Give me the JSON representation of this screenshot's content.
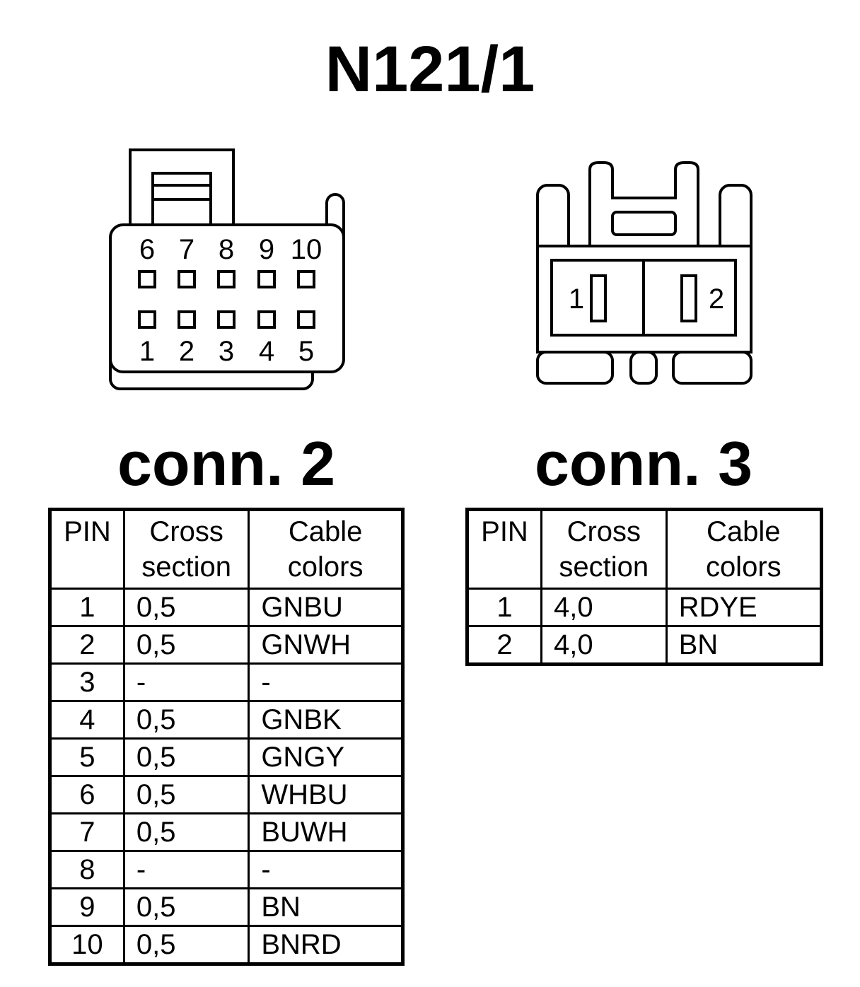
{
  "title": "N121/1",
  "connectors": [
    {
      "label": "conn. 2",
      "pins_top": [
        "6",
        "7",
        "8",
        "9",
        "10"
      ],
      "pins_bottom": [
        "1",
        "2",
        "3",
        "4",
        "5"
      ],
      "headers": {
        "pin": "PIN",
        "cross1": "Cross",
        "cross2": "section",
        "color1": "Cable",
        "color2": "colors"
      },
      "rows": [
        {
          "pin": "1",
          "cs": "0,5",
          "color": "GNBU"
        },
        {
          "pin": "2",
          "cs": "0,5",
          "color": "GNWH"
        },
        {
          "pin": "3",
          "cs": "-",
          "color": "-"
        },
        {
          "pin": "4",
          "cs": "0,5",
          "color": "GNBK"
        },
        {
          "pin": "5",
          "cs": "0,5",
          "color": "GNGY"
        },
        {
          "pin": "6",
          "cs": "0,5",
          "color": "WHBU"
        },
        {
          "pin": "7",
          "cs": "0,5",
          "color": "BUWH"
        },
        {
          "pin": "8",
          "cs": "-",
          "color": "-"
        },
        {
          "pin": "9",
          "cs": "0,5",
          "color": "BN"
        },
        {
          "pin": "10",
          "cs": "0,5",
          "color": "BNRD"
        }
      ]
    },
    {
      "label": "conn. 3",
      "pins": [
        "1",
        "2"
      ],
      "headers": {
        "pin": "PIN",
        "cross1": "Cross",
        "cross2": "section",
        "color1": "Cable",
        "color2": "colors"
      },
      "rows": [
        {
          "pin": "1",
          "cs": "4,0",
          "color": "RDYE"
        },
        {
          "pin": "2",
          "cs": "4,0",
          "color": "BN"
        }
      ]
    }
  ]
}
